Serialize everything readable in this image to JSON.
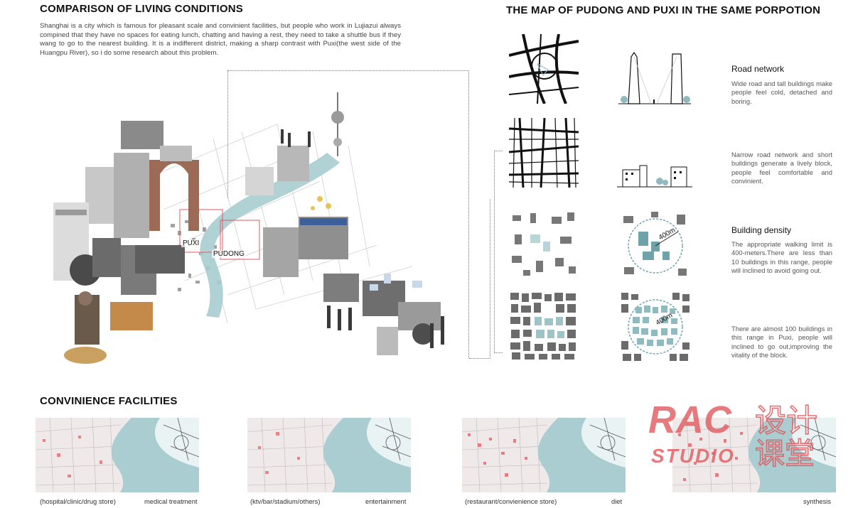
{
  "left": {
    "title": "COMPARISON OF LIVING CONDITIONS",
    "intro": "Shanghai is a city which is famous for pleasant scale and convinient facilities, but people who work in Lujiazui always compined that they have no spaces for eating lunch, chatting and having a rest, they need to take a shuttle bus if they wang to go to the nearest building. It is a indifferent district, making a sharp contrast with Puxi(the west side of the Huangpu River), so i do some research about this problem.",
    "map_labels": {
      "puxi": "PUXI",
      "pudong": "PUDONG"
    }
  },
  "right": {
    "title": "THE MAP OF PUDONG AND PUXI IN THE SAME PORPOTION",
    "rows": [
      {
        "heading": "Road network",
        "text": "Wide road and tall buildings make people feel cold, detached and boring."
      },
      {
        "heading": "",
        "text": "Narrow road network and short buildings generate a lively block, people feel comfortable and convinient."
      },
      {
        "heading": "Building density",
        "text": "The appropriate walking limit is 400-meters.There are less than 10 buildings in this range, people will inclined to avoid going out.",
        "circle_label": "400m"
      },
      {
        "heading": "",
        "text": "There are almost 100 buildings in this range in Puxi, people will inclined to go out,improving the vitality of the block.",
        "circle_label": "400m"
      }
    ]
  },
  "facilities": {
    "title": "CONVINIENCE FACILITIES",
    "panels": [
      {
        "left_caption": "(hospital/clinic/drug store)",
        "right_caption": "medical treatment"
      },
      {
        "left_caption": "(ktv/bar/stadium/others)",
        "right_caption": "entertainment"
      },
      {
        "left_caption": "(restaurant/convienience store)",
        "right_caption": "diet"
      },
      {
        "left_caption": "",
        "right_caption": "synthesis"
      }
    ]
  },
  "logo": {
    "mark": "RAC",
    "studio": "STUDIO",
    "cn_top": "设计",
    "cn_bottom": "课堂"
  },
  "colors": {
    "river": "#a9cdd0",
    "accent_red": "#e05a5f",
    "teal": "#6fa3aa",
    "dark": "#111111"
  }
}
